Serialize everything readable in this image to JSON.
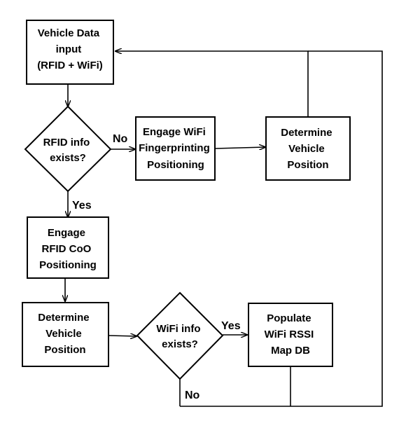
{
  "nodes": {
    "vehicle_data_input": [
      "Vehicle Data",
      "input",
      "(RFID + WiFi)"
    ],
    "rfid_info_exists": [
      "RFID info",
      "exists?"
    ],
    "engage_wifi_fingerprinting": [
      "Engage WiFi",
      "Fingerprinting",
      "Positioning"
    ],
    "determine_position_top": [
      "Determine",
      "Vehicle",
      "Position"
    ],
    "engage_rfid_coo": [
      "Engage",
      "RFID CoO",
      "Positioning"
    ],
    "determine_position_bottom": [
      "Determine",
      "Vehicle",
      "Position"
    ],
    "wifi_info_exists": [
      "WiFi info",
      "exists?"
    ],
    "populate_wifi_rssi": [
      "Populate",
      "WiFi RSSI",
      "Map DB"
    ]
  },
  "edge_labels": {
    "rfid_no": "No",
    "rfid_yes": "Yes",
    "wifi_yes": "Yes",
    "wifi_no": "No"
  }
}
